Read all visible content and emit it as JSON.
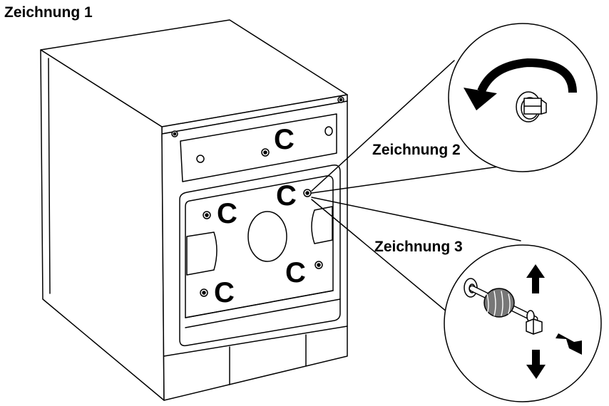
{
  "labels": {
    "drawing_1": "Zeichnung 1",
    "drawing_2": "Zeichnung 2",
    "drawing_3": "Zeichnung 3",
    "screw_marker": "C"
  },
  "colors": {
    "line": "#000000",
    "fill": "#ffffff",
    "bellows": "#777777"
  }
}
